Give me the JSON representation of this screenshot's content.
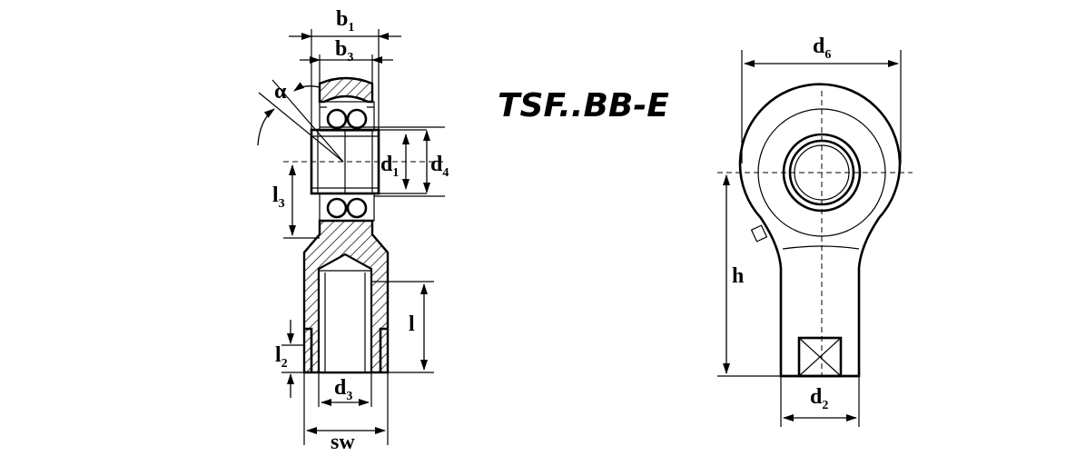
{
  "title": "TSF..BB-E",
  "labels": {
    "b1": {
      "main": "b",
      "sub": "1"
    },
    "b3": {
      "main": "b",
      "sub": "3"
    },
    "alpha": {
      "main": "α",
      "sub": ""
    },
    "d1": {
      "main": "d",
      "sub": "1"
    },
    "d4": {
      "main": "d",
      "sub": "4"
    },
    "l3": {
      "main": "l",
      "sub": "3"
    },
    "l": {
      "main": "l",
      "sub": ""
    },
    "l2": {
      "main": "l",
      "sub": "2"
    },
    "d3": {
      "main": "d",
      "sub": "3"
    },
    "sw": {
      "main": "sw",
      "sub": ""
    },
    "d6": {
      "main": "d",
      "sub": "6"
    },
    "h": {
      "main": "h",
      "sub": ""
    },
    "d2": {
      "main": "d",
      "sub": "2"
    }
  }
}
